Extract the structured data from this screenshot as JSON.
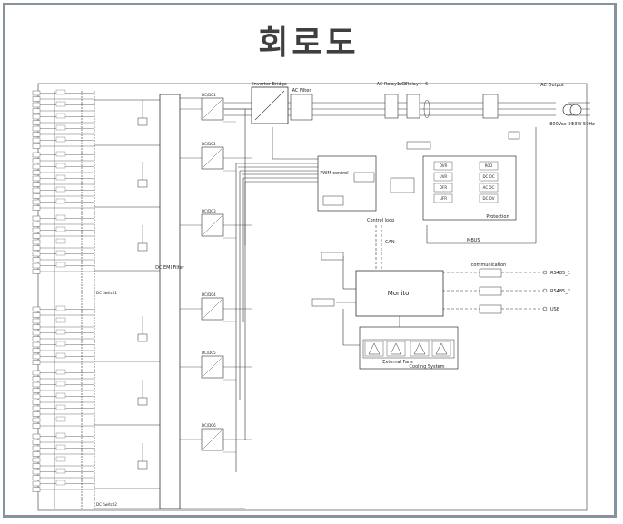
{
  "title": "회로도",
  "blocks": {
    "dc_emi_filter": "DC EMI Filter",
    "inverter_bridge": "Inverter Bridge",
    "ac_filter": "AC Filter",
    "ac_relay_1": "AC Relay1~3",
    "ac_relay_2": "AC Relay4~6",
    "ac_output": "AC Output",
    "output_voltage": "800Vac 3Φ3W-50Hz",
    "pwm_control": "PWM control",
    "control_loop": "Control loop",
    "protection": "Protection",
    "monitor": "Monitor",
    "cooling_system": "Cooling System",
    "external_fans": "External Fans",
    "can": "CAN",
    "mbus": "MBUS",
    "communication": "communication",
    "rs485_1": "RS485_1",
    "rs485_2": "RS485_2",
    "usb": "USB",
    "dc_switch_1": "DC Switch1",
    "dc_switch_2": "DC Switch2",
    "protection_items": [
      "OVR",
      "UVR",
      "OFR",
      "UFR",
      "RCD",
      "DC OC",
      "AC OC",
      "DC OV"
    ],
    "dcdc_labels": [
      "DC/DC1",
      "DC/DC2",
      "DC/DC3",
      "DC/DC4",
      "DC/DC5",
      "DC/DC6"
    ]
  }
}
